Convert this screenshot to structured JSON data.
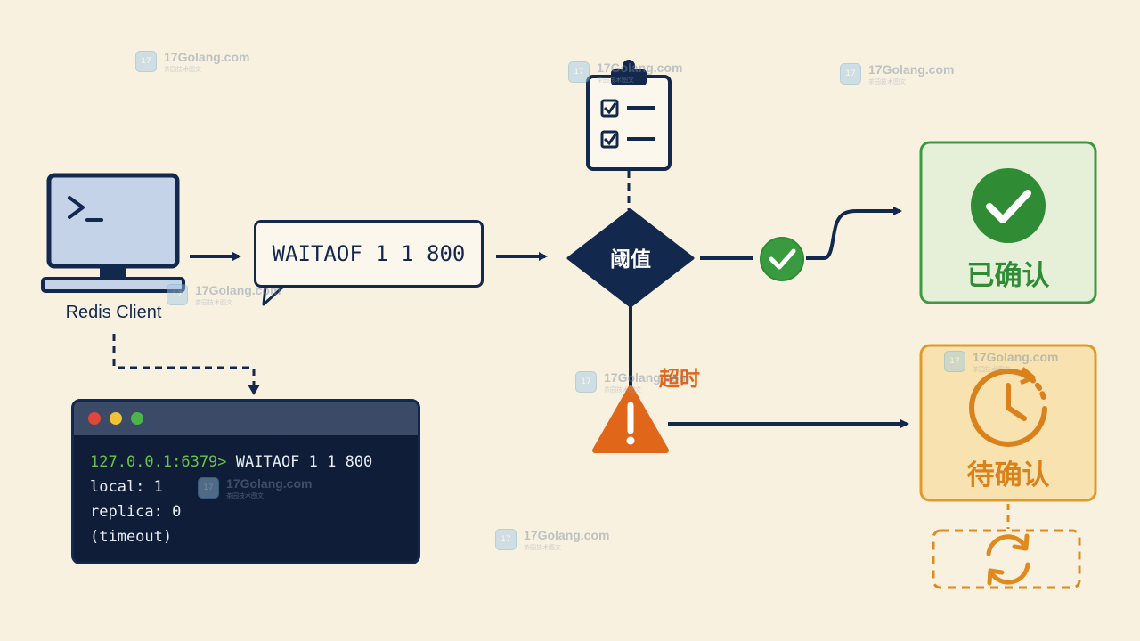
{
  "client": {
    "label": "Redis Client",
    "prompt_glyph": ">_"
  },
  "command": {
    "text": "WAITAOF 1 1 800"
  },
  "decision": {
    "label": "阈值"
  },
  "timeout": {
    "label": "超时"
  },
  "outcomes": {
    "confirmed": {
      "label": "已确认",
      "color": "#2f8c35"
    },
    "pending": {
      "label": "待确认",
      "color": "#e08a1e"
    }
  },
  "terminal": {
    "prompt": "127.0.0.1:6379>",
    "command": " WAITAOF 1 1 800",
    "lines": [
      "local: 1",
      "replica: 0",
      "(timeout)"
    ],
    "dots": [
      "#e0473b",
      "#f1c232",
      "#4cb54a"
    ]
  },
  "watermark": {
    "text": "17Golang.com",
    "subtitle": "茶园技术图文"
  },
  "icons": {
    "computer": "monitor-icon",
    "clipboard": "checklist-clipboard-icon",
    "check": "check-circle-icon",
    "warning": "warning-triangle-icon",
    "clock": "clock-icon",
    "refresh": "refresh-icon"
  },
  "colors": {
    "navy": "#13284d",
    "green": "#2f8c35",
    "orange": "#e08a1e",
    "warning": "#e0661a",
    "background": "#f8f1e0"
  }
}
